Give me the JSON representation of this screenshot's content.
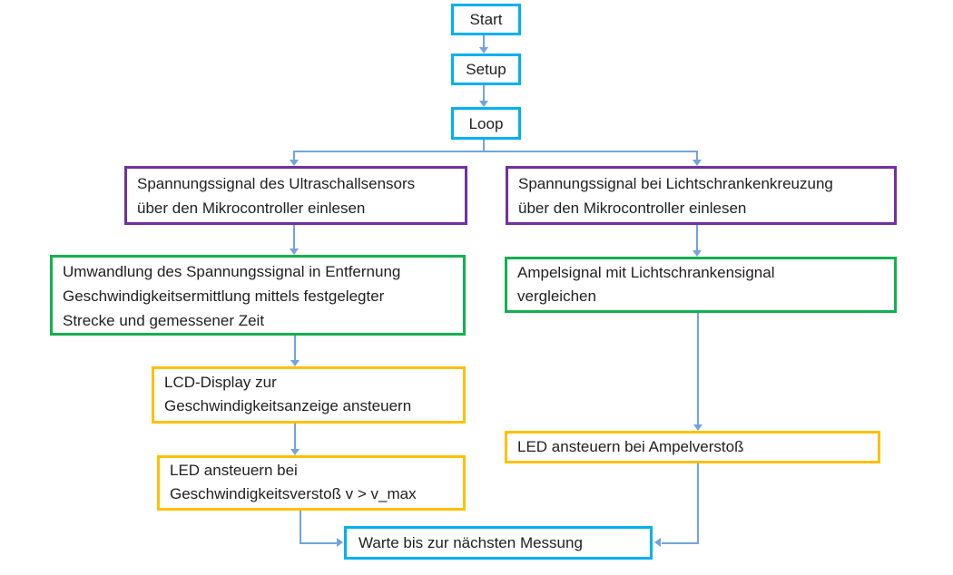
{
  "diagram": {
    "type": "flowchart",
    "language": "de",
    "colors": {
      "cyan": "#00B0F0",
      "purple": "#7030A0",
      "green": "#12B050",
      "yellow": "#FFC000",
      "connector": "#74A3DC",
      "text": "#1f1f1f",
      "background": "#ffffff"
    },
    "nodes": {
      "start": {
        "label": "Start",
        "color": "cyan"
      },
      "setup": {
        "label": "Setup",
        "color": "cyan"
      },
      "loop": {
        "label": "Loop",
        "color": "cyan"
      },
      "read_ultrasonic": {
        "label": "Spannungssignal des Ultraschallsensors\nüber den Mikrocontroller einlesen",
        "color": "purple"
      },
      "read_lightbarrier": {
        "label": "Spannungssignal bei Lichtschrankenkreuzung\nüber den Mikrocontroller einlesen",
        "color": "purple"
      },
      "convert_signal": {
        "label": "Umwandlung des Spannungssignal in Entfernung\nGeschwindigkeitsermittlung mittels festgelegter\nStrecke und gemessener Zeit",
        "color": "green"
      },
      "compare_signal": {
        "label": "Ampelsignal mit Lichtschrankensignal\nvergleichen",
        "color": "green"
      },
      "lcd_display": {
        "label": "LCD-Display zur\nGeschwindigkeitsanzeige ansteuern",
        "color": "yellow"
      },
      "led_speed": {
        "label": "LED ansteuern bei\nGeschwindigkeitsverstoß v > v_max",
        "color": "yellow"
      },
      "led_ampel": {
        "label": "LED ansteuern bei Ampelverstoß",
        "color": "yellow"
      },
      "wait": {
        "label": "Warte bis zur nächsten Messung",
        "color": "cyan"
      }
    }
  }
}
